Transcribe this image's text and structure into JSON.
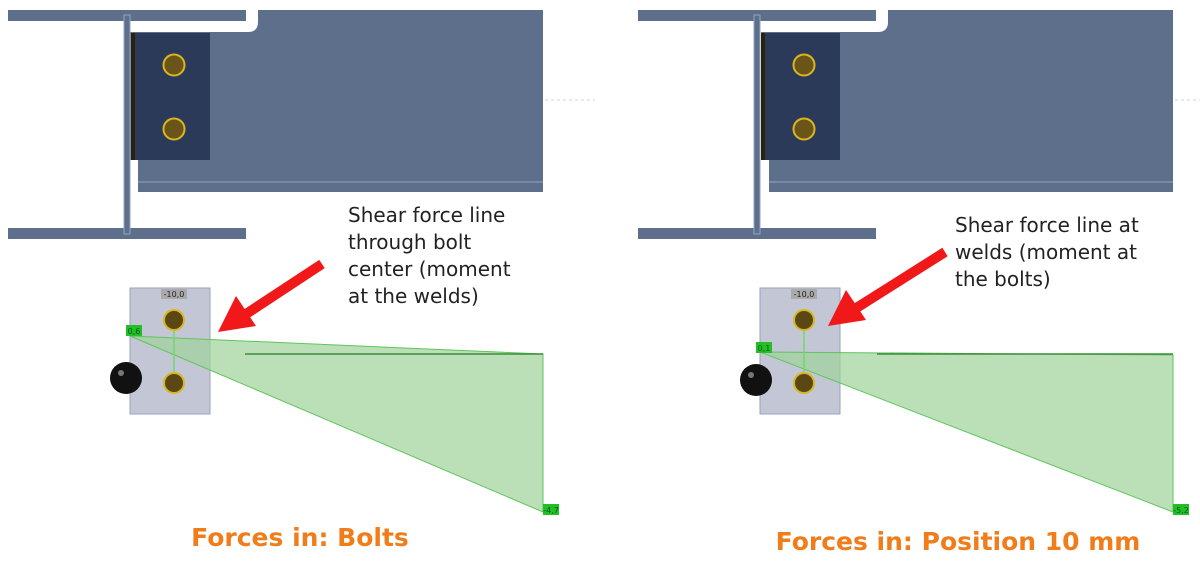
{
  "colors": {
    "beam": "#5d6f8b",
    "plate": "#2c3a5a",
    "bolt": "#6b5418",
    "bolt_ring": "#d8b81e",
    "force_fill": "#9ed39a",
    "force_line": "#5ec55a",
    "label_bg": "#22c022",
    "arrow": "#f01818",
    "caption": "#f07d1a"
  },
  "panels": [
    {
      "annotation": [
        "Shear force line",
        "through bolt",
        "center (moment",
        "at the welds)"
      ],
      "caption": "Forces in: Bolts",
      "labels": {
        "top": "-10,0",
        "start": "0,6",
        "end": "-4,7"
      }
    },
    {
      "annotation": [
        "Shear force line at",
        "welds (moment at",
        "the bolts)"
      ],
      "caption": "Forces in: Position 10 mm",
      "labels": {
        "top": "-10,0",
        "start": "0,1",
        "end": "-5,2"
      }
    }
  ]
}
